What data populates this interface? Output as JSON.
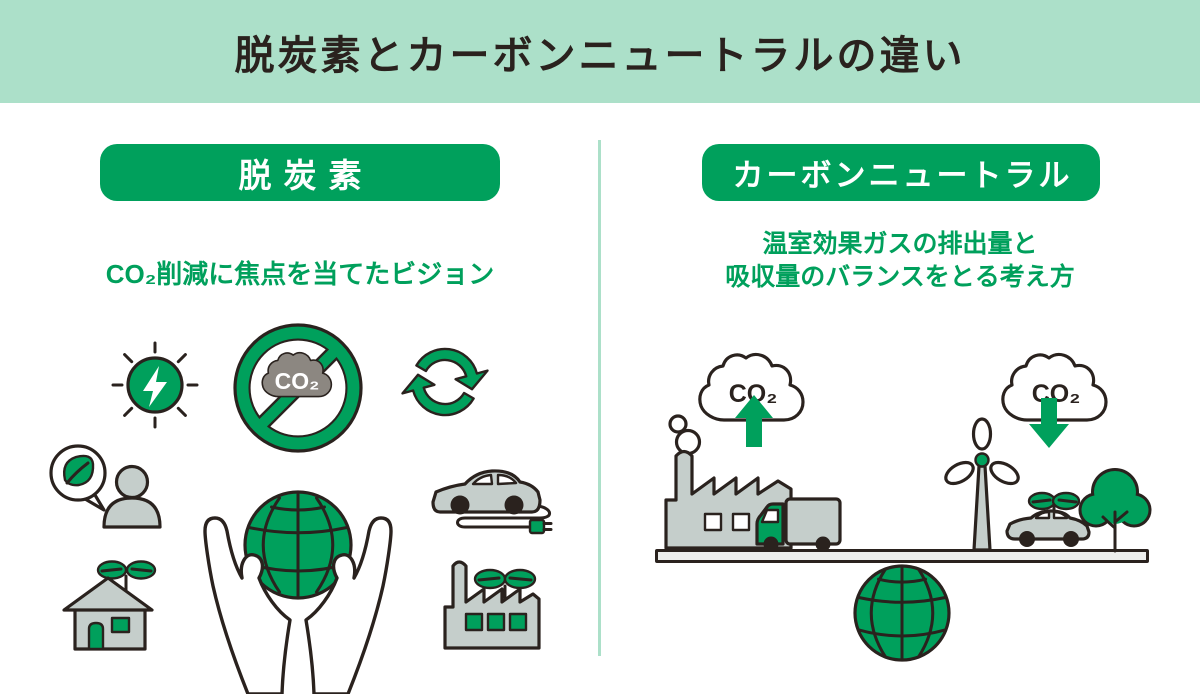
{
  "header": {
    "title": "脱炭素とカーボンニュートラルの違い"
  },
  "left_panel": {
    "heading": "脱炭素",
    "subtitle": "CO₂削減に焦点を当てたビジョン",
    "no_co2_sign_label": "CO₂"
  },
  "right_panel": {
    "heading": "カーボンニュートラル",
    "subtitle_line1": "温室効果ガスの排出量と",
    "subtitle_line2": "吸収量のバランスをとる考え方",
    "emission_cloud_label": "CO₂",
    "absorption_cloud_label": "CO₂"
  },
  "colors": {
    "band": "#ACE0C9",
    "green": "#00A05C",
    "outline": "#2A221E",
    "gray": "#C5CECB",
    "cloud_gray": "#8C8781",
    "plank": "#EDEEEC"
  }
}
